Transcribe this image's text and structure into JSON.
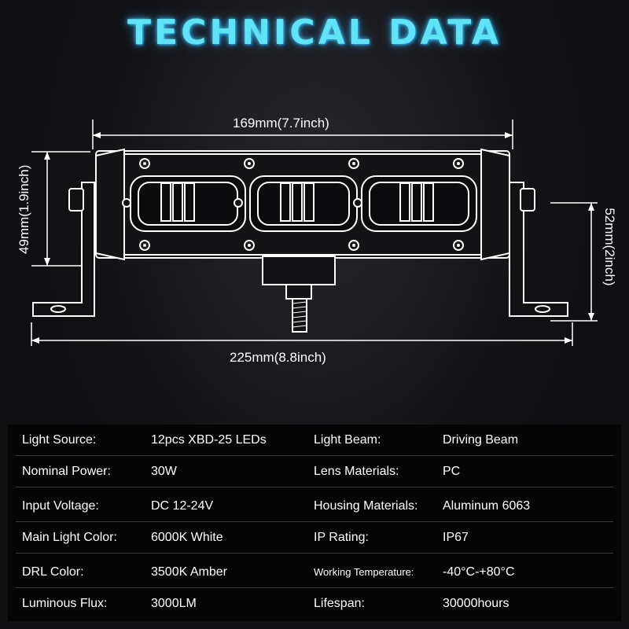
{
  "title": "TECHNICAL DATA",
  "dimensions": {
    "inner_width": "169mm(7.7inch)",
    "outer_width": "225mm(8.8inch)",
    "left_height": "49mm(1.9inch)",
    "right_height": "52mm(2inch)"
  },
  "colors": {
    "title": "#5fe3f7",
    "background": "#101013",
    "line": "#ffffff"
  },
  "specs": [
    {
      "label1": "Light Source:",
      "value1": "12pcs XBD-25 LEDs",
      "label2": "Light Beam:",
      "value2": "Driving Beam"
    },
    {
      "label1": "Nominal Power:",
      "value1": "30W",
      "label2": "Lens Materials:",
      "value2": "PC"
    },
    {
      "label1": "Input Voltage:",
      "value1": "DC 12-24V",
      "label2": "Housing Materials:",
      "value2": "Aluminum 6063"
    },
    {
      "label1": "Main Light Color:",
      "value1": "6000K White",
      "label2": "IP Rating:",
      "value2": "IP67"
    },
    {
      "label1": "DRL Color:",
      "value1": "3500K Amber",
      "label2": "Working Temperature:",
      "value2": "-40°C-+80°C"
    },
    {
      "label1": "Luminous Flux:",
      "value1": "3000LM",
      "label2": "Lifespan:",
      "value2": "30000hours"
    }
  ]
}
